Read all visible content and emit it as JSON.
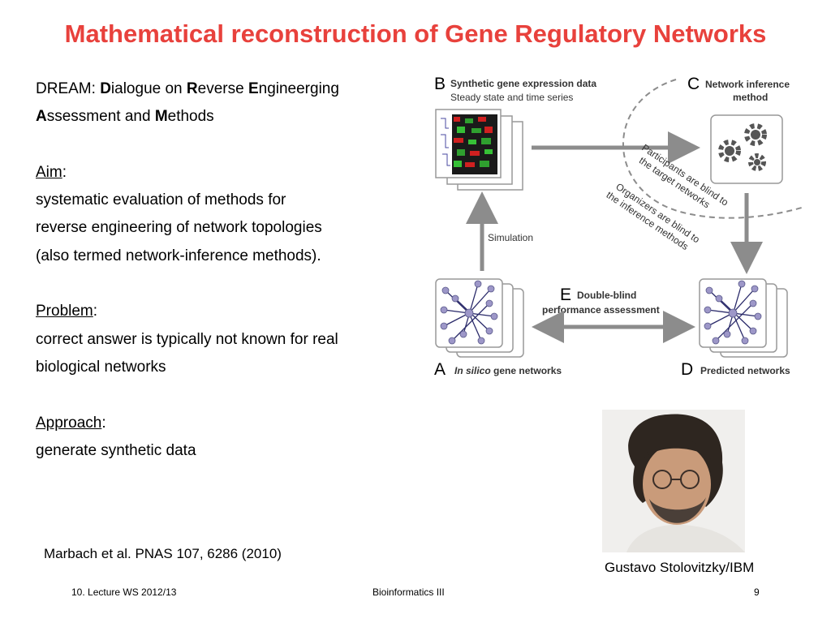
{
  "slide": {
    "title": "Mathematical reconstruction of Gene Regulatory Networks",
    "dream": {
      "prefix": "DREAM: ",
      "w1b": "D",
      "w1": "ialogue on ",
      "w2b": "R",
      "w2": "everse ",
      "w3b": "E",
      "w3": "ngineerging",
      "w4b": "A",
      "w4": "ssessment and ",
      "w5b": "M",
      "w5": "ethods"
    },
    "aim": {
      "label": "Aim",
      "colon": ":",
      "lines": [
        "systematic evaluation of methods for",
        "reverse engineering of network topologies",
        "(also termed network-inference methods)."
      ]
    },
    "problem": {
      "label": "Problem",
      "colon": ":",
      "lines": [
        "correct answer is typically not known for real",
        "biological networks"
      ]
    },
    "approach": {
      "label": "Approach",
      "colon": ":",
      "lines": [
        "generate synthetic data"
      ]
    },
    "citation": "Marbach et al. PNAS 107, 6286 (2010)",
    "photo_caption": "Gustavo Stolovitzky/IBM"
  },
  "figure": {
    "b_letter": "B",
    "b_title": "Synthetic gene expression data",
    "b_sub": "Steady state and time series",
    "c_letter": "C",
    "c_title1": "Network inference",
    "c_title2": "method",
    "blind1_l1": "Participants are blind to",
    "blind1_l2": "the target networks",
    "blind2_l1": "Organizers are blind to",
    "blind2_l2": "the inference methods",
    "simulation": "Simulation",
    "e_letter": "E",
    "e_title1": "Double-blind",
    "e_title2": "performance assessment",
    "a_letter": "A",
    "a_italic": "In silico",
    "a_title": " gene networks",
    "d_letter": "D",
    "d_title": "Predicted networks"
  },
  "footer": {
    "left": "10. Lecture WS 2012/13",
    "center": "Bioinformatics III",
    "page": "9"
  },
  "colors": {
    "title": "#e8413c",
    "arrow": "#8c8c8c",
    "node": "#9d97c8",
    "edge": "#2a2a6a"
  }
}
